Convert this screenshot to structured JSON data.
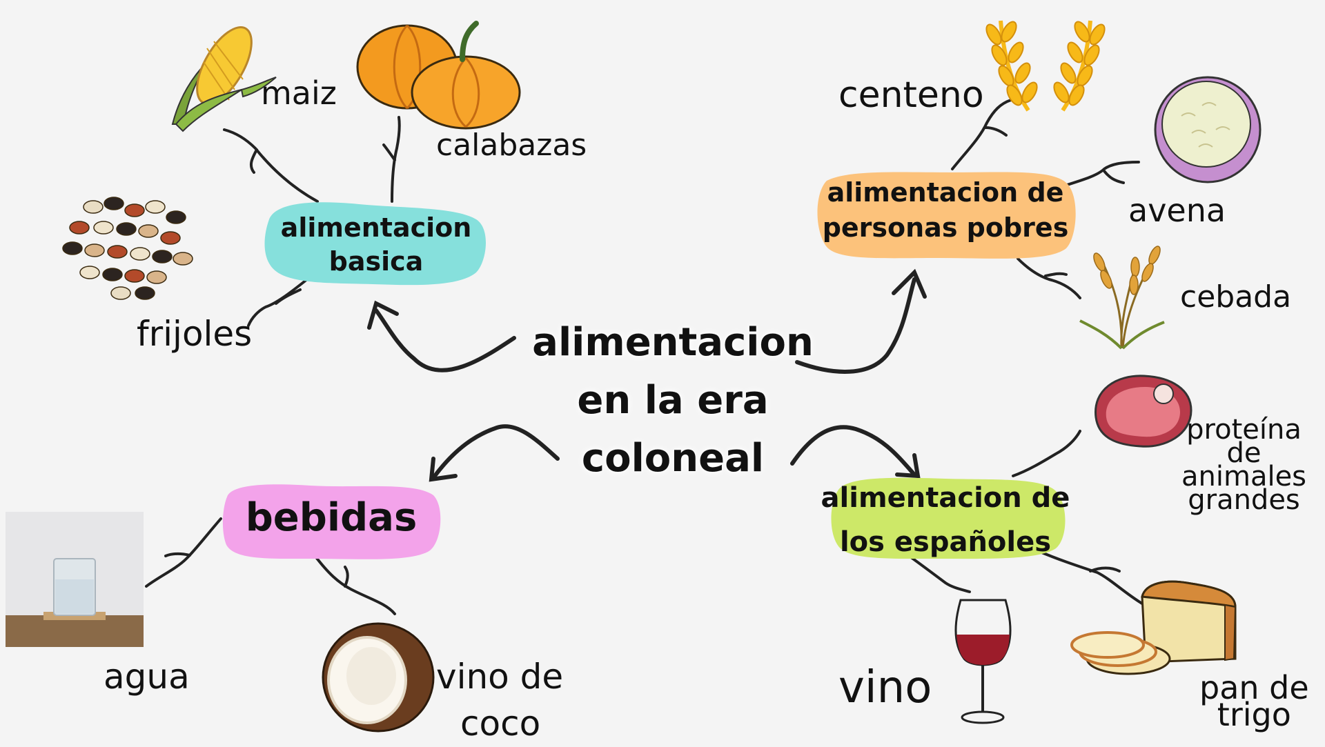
{
  "center": {
    "title_lines": [
      "alimentacion",
      "en la era",
      "coloneal"
    ]
  },
  "nodes": {
    "basica": {
      "lines": [
        "alimentacion",
        "basica"
      ],
      "color": "#86e0dc"
    },
    "pobres": {
      "lines": [
        "alimentacion de",
        "personas pobres"
      ],
      "color": "#fcc27b"
    },
    "bebidas": {
      "lines": [
        "bebidas"
      ],
      "color": "#f3a3ea"
    },
    "espanoles": {
      "lines": [
        "alimentacion de",
        "los españoles"
      ],
      "color": "#cde868"
    }
  },
  "items": {
    "maiz": "maiz",
    "calabazas": "calabazas",
    "frijoles": "frijoles",
    "centeno": "centeno",
    "avena": "avena",
    "cebada": "cebada",
    "agua": "agua",
    "vino_coco": [
      "vino de",
      "coco"
    ],
    "proteina": [
      "proteína",
      "de",
      "animales",
      "grandes"
    ],
    "vino": "vino",
    "pan": [
      "pan de",
      "trigo"
    ]
  },
  "icons": {
    "corn": "corn-icon",
    "pumpkin": "pumpkin-icon",
    "beans": "beans-icon",
    "wheat": "wheat-icon",
    "oats": "oats-bowl-icon",
    "barley": "barley-icon",
    "water": "water-glass-photo",
    "coconut": "coconut-icon",
    "meat": "meat-icon",
    "wine": "wine-glass-icon",
    "bread": "bread-icon"
  }
}
